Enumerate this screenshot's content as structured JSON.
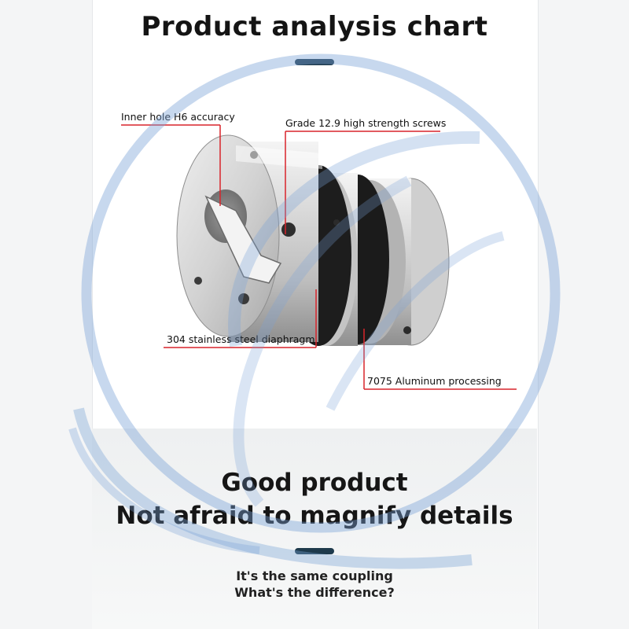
{
  "header": {
    "title": "Product analysis chart"
  },
  "callouts": {
    "inner_hole": "Inner hole H6 accuracy",
    "screws": "Grade 12.9 high strength screws",
    "diaphragm": "304 stainless steel diaphragm",
    "aluminum": "7075 Aluminum processing"
  },
  "tagline": {
    "line1": "Good product",
    "line2": "Not afraid to magnify details"
  },
  "question": {
    "line1": "It's the same coupling",
    "line2": "What's the difference?"
  },
  "colors": {
    "accent_line": "#d9242b",
    "pill": "#1e3a4c",
    "watermark": "#7aa3d6"
  }
}
